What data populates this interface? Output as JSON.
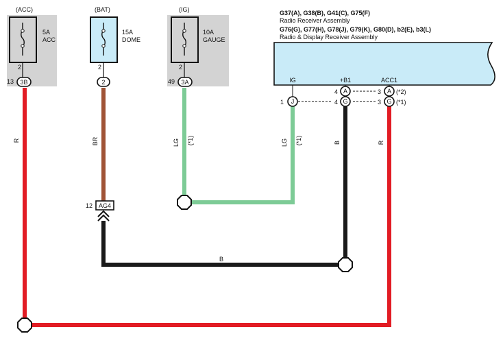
{
  "colors": {
    "red": "#e21c24",
    "brown": "#a05336",
    "green": "#7dcb96",
    "black": "#1a1a1a",
    "fuse_gray": "#d3d3d3",
    "fuse_blue": "#c9ebf8",
    "receiver_blue": "#c9ebf8"
  },
  "fuses": [
    {
      "group": "(ACC)",
      "amp": "5A",
      "name": "ACC",
      "pin": "2",
      "conn_num": "13",
      "conn": "3B"
    },
    {
      "group": "(BAT)",
      "amp": "15A",
      "name": "DOME",
      "pin": "2",
      "conn": "2"
    },
    {
      "group": "(IG)",
      "amp": "10A",
      "name": "GAUGE",
      "pin": "2",
      "conn_num": "49",
      "conn": "3A"
    }
  ],
  "receiver": {
    "line1": "G37(A), G38(B), G41(C), G75(F)",
    "line2": "Radio Receiver Assembly",
    "line3": "G76(G), G77(H), G78(J), G79(K), G80(D), b2(E), b3(L)",
    "line4": "Radio & Display Receiver Assembly",
    "term_ig": "IG",
    "term_b1": "+B1",
    "term_acc1": "ACC1"
  },
  "pins": {
    "j_num": "1",
    "j_conn": "J",
    "a_num1": "4",
    "a_conn1": "A",
    "g_num1": "4",
    "g_conn1": "G",
    "a_num2": "3",
    "a_conn2": "A",
    "a_note": "(*2)",
    "g_num2": "3",
    "g_conn2": "G",
    "g_note": "(*1)"
  },
  "wires": {
    "red_left": "R",
    "brown": "BR",
    "green_left": "LG",
    "green_left_note": "(*1)",
    "green_right": "LG",
    "green_right_note": "(*1)",
    "black_vert": "B",
    "red_right": "R",
    "black_horiz": "B"
  },
  "ground": {
    "num": "12",
    "conn": "AG4"
  }
}
